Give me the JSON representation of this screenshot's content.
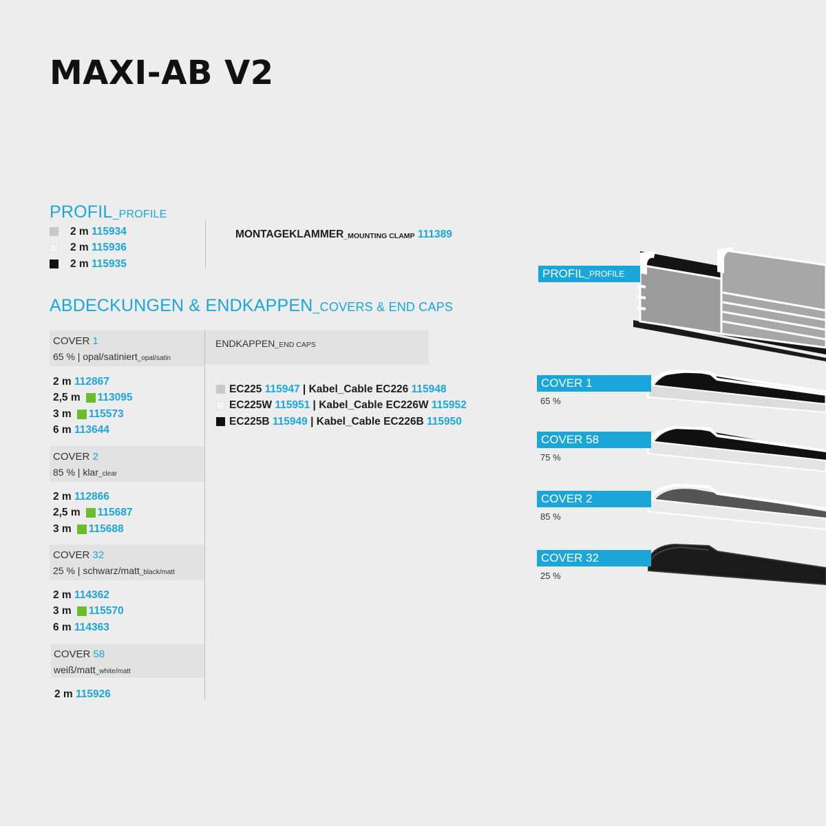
{
  "title": "MAXI-AB V2",
  "profile": {
    "heading": "PROFIL",
    "heading_small": "_PROFILE",
    "items": [
      {
        "length": "2 m",
        "code": "115934"
      },
      {
        "length": "2 m",
        "code": "115936"
      },
      {
        "length": "2 m",
        "code": "115935"
      }
    ],
    "clamp_label": "MONTAGEKLAMMER",
    "clamp_small": "_MOUNTING CLAMP",
    "clamp_code": "111389"
  },
  "covers_heading": {
    "main": "ABDECKUNGEN & ENDKAPPEN",
    "small": "_COVERS & END CAPS"
  },
  "covers": [
    {
      "label": "COVER",
      "num": "1",
      "desc": "65 % | opal/satiniert",
      "desc_small": "_opal/satin",
      "rows": [
        {
          "length": "2 m",
          "code": "112867"
        },
        {
          "length": "2,5 m",
          "code": "113095"
        },
        {
          "length": "3 m",
          "code": "115573"
        },
        {
          "length": "6 m",
          "code": "113644"
        }
      ]
    },
    {
      "label": "COVER",
      "num": "2",
      "desc": "85 % | klar",
      "desc_small": "_clear",
      "rows": [
        {
          "length": "2 m",
          "code": "112866"
        },
        {
          "length": "2,5 m",
          "code": "115687"
        },
        {
          "length": "3 m",
          "code": "115688"
        }
      ]
    },
    {
      "label": "COVER",
      "num": "32",
      "desc": "25 % | schwarz/matt",
      "desc_small": "_black/matt",
      "rows": [
        {
          "length": "2 m",
          "code": "114362"
        },
        {
          "length": "3 m",
          "code": "115570"
        },
        {
          "length": "6 m",
          "code": "114363"
        }
      ]
    },
    {
      "label": "COVER",
      "num": "58",
      "desc": "weiß/matt",
      "desc_small": "_white/matt",
      "rows": [
        {
          "length": "2 m",
          "code": "115926"
        }
      ]
    }
  ],
  "endcaps": {
    "heading": "ENDKAPPEN",
    "heading_small": "_END CAPS",
    "separator": "|",
    "rows": [
      {
        "cap": "EC225",
        "cap_code": "115947",
        "cable": "Kabel_Cable EC226",
        "cable_code": "115948"
      },
      {
        "cap": "EC225W",
        "cap_code": "115951",
        "cable": "Kabel_Cable EC226W",
        "cable_code": "115952"
      },
      {
        "cap": "EC225B",
        "cap_code": "115949",
        "cable": "Kabel_Cable EC226B",
        "cable_code": "115950"
      }
    ]
  },
  "illustration": {
    "profile_label": "PROFIL",
    "profile_label_small": "_PROFILE",
    "covers": [
      {
        "label": "COVER 1",
        "pct": "65 %"
      },
      {
        "label": "COVER 58",
        "pct": "75 %"
      },
      {
        "label": "COVER 2",
        "pct": "85 %"
      },
      {
        "label": "COVER 32",
        "pct": "25 %"
      }
    ]
  },
  "colors": {
    "accent": "#1aa6d8",
    "green_marker": "#6bbd2e",
    "swatch_lightgrey": "#c8c8c8",
    "swatch_white": "#f3f3f3",
    "swatch_black": "#111111"
  }
}
